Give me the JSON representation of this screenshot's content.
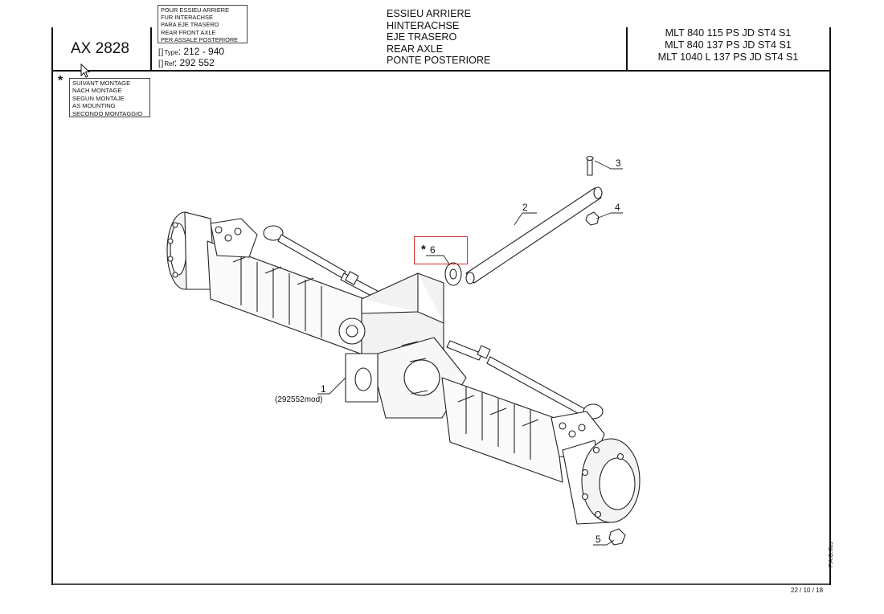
{
  "header": {
    "doc_code": "AX 2828",
    "applies_to": [
      "POUR ESSIEU ARRIERE",
      "FUR INTERACHSE",
      "PARA EJE TRASERO",
      "REAR FRONT AXLE",
      "PER ASSALE POSTERIORE"
    ],
    "type_label": "Type",
    "type_value": ": 212 - 940",
    "ref_label": "Ref",
    "ref_value": ": 292 552",
    "titles": [
      "ESSIEU ARRIERE",
      "HINTERACHSE",
      "EJE TRASERO",
      "REAR AXLE",
      "PONTE POSTERIORE"
    ],
    "models": [
      "MLT 840 115 PS JD ST4 S1",
      "MLT 840 137 PS JD ST4 S1",
      "MLT 1040 L 137 PS JD ST4 S1"
    ]
  },
  "mounting_note": {
    "symbol": "*",
    "lines": [
      "SUIVANT MONTAGE",
      "NACH MONTAGE",
      "SEGUN MONTAJE",
      "AS MOUNTING",
      "SECONDO MONTAGGIO"
    ]
  },
  "callouts": {
    "c1": "1",
    "c1_sub": "(292552mod)",
    "c2": "2",
    "c3": "3",
    "c4": "4",
    "c5": "5",
    "c6": "6",
    "c6_star": "*"
  },
  "highlight_color": "#d62a2a",
  "footer": {
    "date": "22 / 10 / 18",
    "vertical_label": "P.A.O.Illus"
  }
}
